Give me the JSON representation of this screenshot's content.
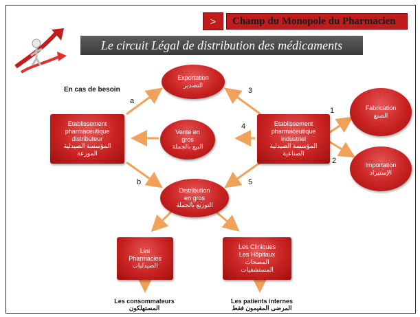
{
  "header": {
    "tag_text": "Champ du Monopole du Pharmacien",
    "tag_arrow": ">",
    "banner": "Le circuit Légal de distribution des médicaments"
  },
  "nodes": {
    "exportation": {
      "fr": "Exportation",
      "ar": "التصدير"
    },
    "fabrication": {
      "fr": "Fabrication",
      "ar": "الصنع"
    },
    "importation": {
      "fr": "Importation",
      "ar": "الإستيراد"
    },
    "vente": {
      "line1": "Vente en",
      "line2": "gros",
      "ar": "البيع بالجملة"
    },
    "industriel": {
      "line1": "Etablissement",
      "line2": "pharmaceutique",
      "line3": "industriel",
      "ar1": "المؤسسة الصيدلية",
      "ar2": "الصناعية"
    },
    "distributeur": {
      "line1": "Etablissement",
      "line2": "pharmaceutique",
      "line3": "distributeur",
      "ar1": "المؤسسة الصيدلية",
      "ar2": "الموزعة"
    },
    "distribution": {
      "line1": "Distribution",
      "line2": "en gros",
      "ar": "التوزيع بالجملة"
    },
    "pharmacies": {
      "line1": "Les",
      "line2": "Pharmacies",
      "ar": "الصيدليات"
    },
    "cliniques": {
      "line1": "Les Cliniques",
      "line2": "Les Hôpitaux",
      "ar1": "المصحات",
      "ar2": "المستشفيات"
    }
  },
  "labels": {
    "besoin": "En cas de besoin",
    "a": "a",
    "b": "b",
    "n1": "1",
    "n2": "2",
    "n3": "3",
    "n4": "4",
    "n5": "5"
  },
  "bottom": {
    "consommateurs_fr": "Les consommateurs",
    "consommateurs_ar": "المستهلكون",
    "patients_fr": "Les patients internes",
    "patients_ar": "المرضى المقيمون فقط"
  },
  "colors": {
    "node_red": "#c92222",
    "arrow_orange": "#f0a25a",
    "tag_red": "#c21b1b"
  }
}
